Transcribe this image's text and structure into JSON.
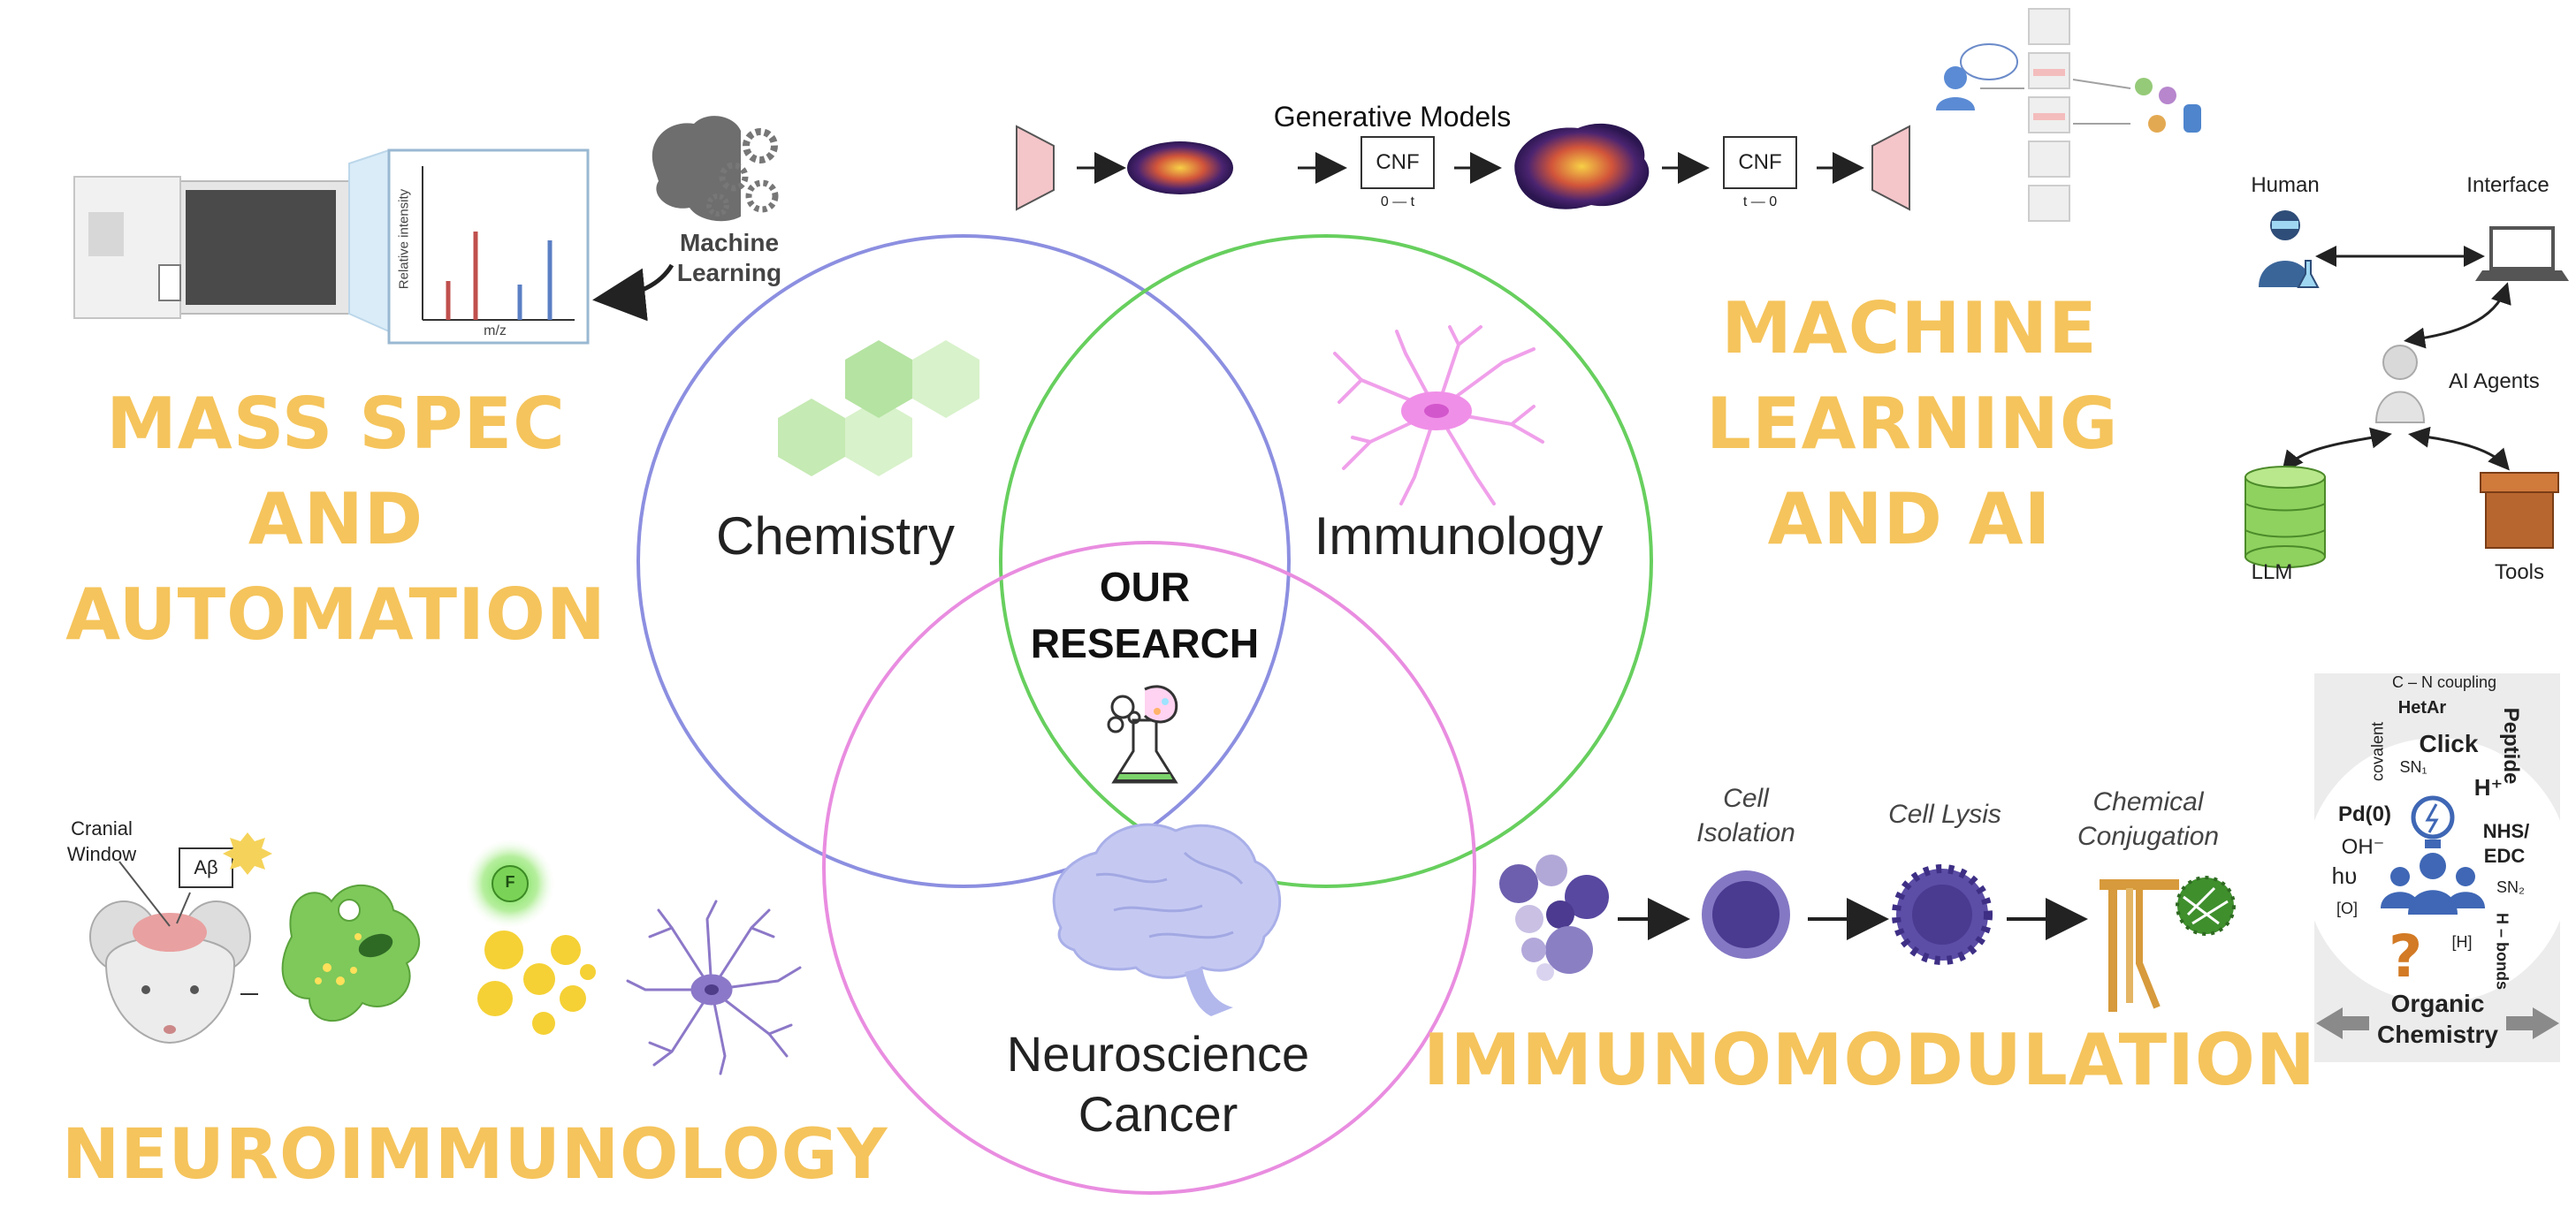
{
  "sections": {
    "mass_spec": [
      "MASS SPEC",
      "AND",
      "AUTOMATION"
    ],
    "machine_learning": [
      "MACHINE",
      "LEARNING",
      "AND AI"
    ],
    "neuroimmunology": "NEUROIMMUNOLOGY",
    "immunomodulation": "IMMUNOMODULATION"
  },
  "venn": {
    "chemistry": "Chemistry",
    "immunology": "Immunology",
    "neuroscience": "Neuroscience",
    "cancer": "Cancer",
    "center": [
      "OUR",
      "RESEARCH"
    ]
  },
  "mass_spec_panel": {
    "ml_label": [
      "Machine",
      "Learning"
    ],
    "ylabel": "Relative intensity",
    "xlabel": "m/z"
  },
  "generative": {
    "title": "Generative Models",
    "cnf1": "CNF",
    "cnf2": "CNF",
    "t1": "0 — t",
    "t2": "t — 0"
  },
  "agents": {
    "human": "Human",
    "interface": "Interface",
    "ai_agents": "AI Agents",
    "llm": "LLM",
    "tools": "Tools"
  },
  "neuro_panel": {
    "cranial": [
      "Cranial",
      "Window"
    ],
    "abeta": "Aβ",
    "f_label": "F"
  },
  "immuno_panel": {
    "cell_isolation": [
      "Cell",
      "Isolation"
    ],
    "cell_lysis": "Cell Lysis",
    "chemical_conjugation": [
      "Chemical",
      "Conjugation"
    ]
  },
  "organic": {
    "cn_coupling": "C – N coupling",
    "hetar": "HetAr",
    "click": "Click",
    "peptide": "Peptide",
    "covalent": "covalent",
    "sn1": "SN₁",
    "h_plus": "H⁺",
    "pd0": "Pd(0)",
    "oh": "OH⁻",
    "nhs": "NHS/",
    "edc": "EDC",
    "hv": "hυ",
    "sn2": "SN₂",
    "o": "[O]",
    "h": "[H]",
    "h_bonds": "H – bonds",
    "title": [
      "Organic",
      "Chemistry"
    ]
  }
}
